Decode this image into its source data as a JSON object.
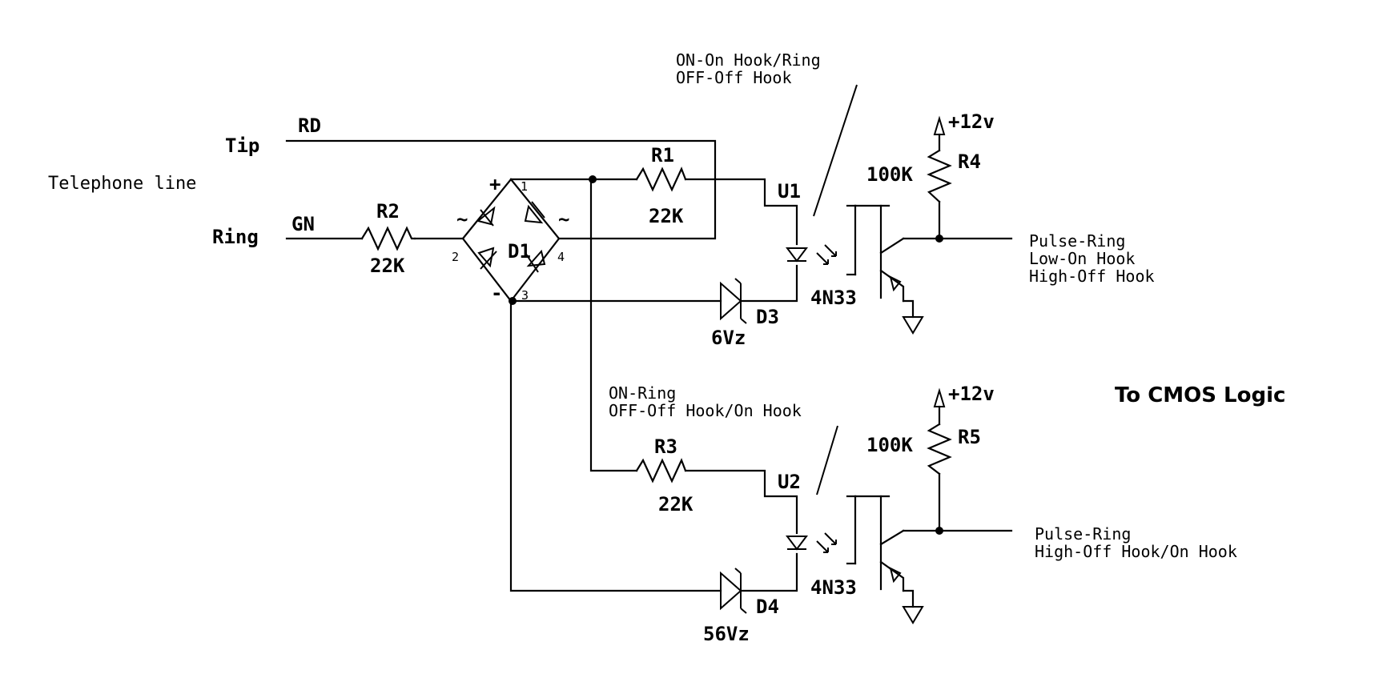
{
  "labels": {
    "tip": "Tip",
    "ring": "Ring",
    "telephone_line": "Telephone line",
    "rd": "RD",
    "gn": "GN",
    "r2": "R2",
    "r2_val": "22K",
    "r1": "R1",
    "r1_val": "22K",
    "r3": "R3",
    "r3_val": "22K",
    "d1": "D1",
    "plus": "+",
    "minus": "-",
    "tilde_left": "~",
    "tilde_right": "~",
    "pin1": "1",
    "pin2": "2",
    "pin3": "3",
    "pin4": "4",
    "u1": "U1",
    "u2": "U2",
    "opto1": "4N33",
    "opto2": "4N33",
    "d3": "D3",
    "d3_val": "6Vz",
    "d4": "D4",
    "d4_val": "56Vz",
    "r4": "R4",
    "r4_val": "100K",
    "r5": "R5",
    "r5_val": "100K",
    "vcc1": "+12v",
    "vcc2": "+12v",
    "u1_note1": "ON-On Hook/Ring",
    "u1_note2": "OFF-Off Hook",
    "u2_note1": "ON-Ring",
    "u2_note2": "OFF-Off Hook/On Hook",
    "out1_line1": "Pulse-Ring",
    "out1_line2": "Low-On Hook",
    "out1_line3": "High-Off Hook",
    "out2_line1": "Pulse-Ring",
    "out2_line2": "High-Off Hook/On Hook",
    "cmos": "To CMOS Logic"
  }
}
